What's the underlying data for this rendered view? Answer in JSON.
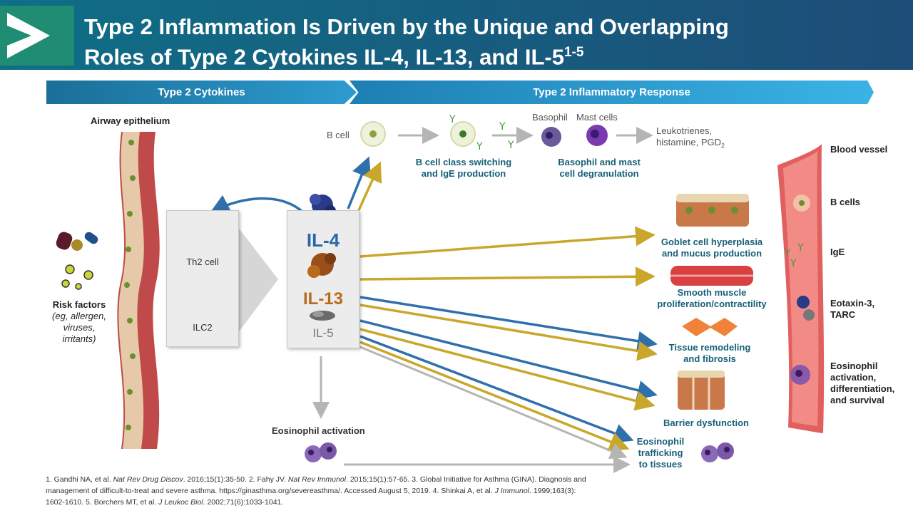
{
  "header": {
    "title_line1": "Type 2 Inflammation Is Driven by the Unique and Overlapping",
    "title_line2": "Roles of Type 2 Cytokines IL-4, IL-13, and IL-5",
    "title_sup": "1-5"
  },
  "banners": {
    "left": "Type 2 Cytokines",
    "right": "Type 2 Inflammatory Response"
  },
  "left_panel": {
    "airway_label": "Airway epithelium",
    "risk_title": "Risk factors",
    "risk_detail_1": "(eg, allergen,",
    "risk_detail_2": "viruses,",
    "risk_detail_3": "irritants)"
  },
  "cells": {
    "th2": "Th2 cell",
    "ilc2": "ILC2"
  },
  "cytokines": {
    "il4": "IL-4",
    "il13": "IL-13",
    "il5": "IL-5"
  },
  "top_row": {
    "b_cell": "B cell",
    "basophil": "Basophil",
    "mast_cells": "Mast cells",
    "mediators_1": "Leukotrienes,",
    "mediators_2": "histamine, PGD",
    "mediators_sub": "2",
    "class_switch_1": "B cell class switching",
    "class_switch_2": "and IgE production",
    "degran_1": "Basophil and mast",
    "degran_2": "cell degranulation"
  },
  "responses": {
    "goblet_1": "Goblet cell hyperplasia",
    "goblet_2": "and mucus production",
    "smooth_1": "Smooth muscle",
    "smooth_2": "proliferation/contractility",
    "tissue_1": "Tissue remodeling",
    "tissue_2": "and fibrosis",
    "barrier": "Barrier dysfunction",
    "eos_traffic_1": "Eosinophil",
    "eos_traffic_2": "trafficking",
    "eos_traffic_3": "to tissues",
    "eos_activation": "Eosinophil activation"
  },
  "vessel": {
    "title": "Blood vessel",
    "b_cells": "B cells",
    "ige": "IgE",
    "eotaxin_1": "Eotaxin-3,",
    "eotaxin_2": "TARC",
    "eos_1": "Eosinophil",
    "eos_2": "activation,",
    "eos_3": "differentiation,",
    "eos_4": "and survival"
  },
  "footer": {
    "r1a": "1. Gandhi NA, et al. ",
    "r1j": "Nat Rev Drug Discov",
    "r1b": ". 2016;15(1):35-50. 2. Fahy JV. ",
    "r2j": "Nat Rev Immunol",
    "r2b": ". 2015;15(1):57-65. 3. Global Initiative for Asthma (GINA). Diagnosis and",
    "line2": "management of difficult-to-treat and severe asthma. https://ginasthma.org/severeasthma/. Accessed August 5, 2019. 4. Shinkai A, et al. ",
    "r4j": "J Immunol",
    "r4b": ". 1999;163(3):",
    "line3a": "1602-1610. 5. Borchers MT, et al. ",
    "r5j": "J Leukoc Biol",
    "r5b": ". 2002;71(6):1033-1041."
  },
  "colors": {
    "blue_arrow": "#2f6fab",
    "gold_arrow": "#c8a72a",
    "gray_arrow": "#b5b5b5",
    "teal_text": "#17607a",
    "il4_color": "#2a68a8",
    "il13_color": "#b86b1c",
    "il5_color": "#777777"
  }
}
